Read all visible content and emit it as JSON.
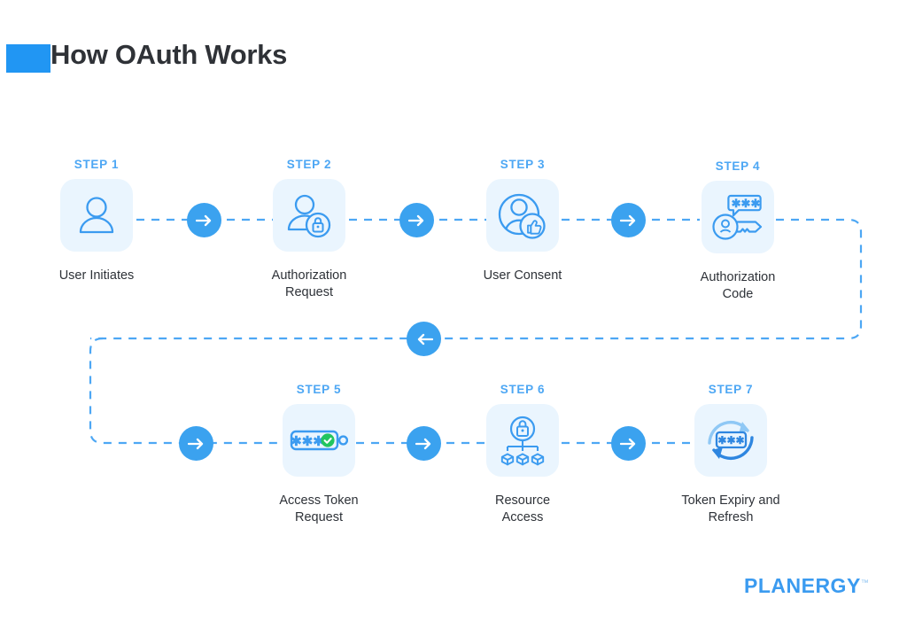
{
  "header": {
    "title": "How OAuth Works",
    "marker_color": "#2196f3"
  },
  "theme": {
    "accent_blue": "#3ba2ef",
    "step_label_blue": "#4da7f4",
    "tile_bg": "#eaf5fe",
    "icon_stroke": "#3b9bf0",
    "caption_color": "#2e3238",
    "check_green": "#22c55e",
    "dash_color": "#4da7f4"
  },
  "flow": {
    "steps": [
      {
        "label": "STEP 1",
        "caption": "User Initiates",
        "icon": "user-icon"
      },
      {
        "label": "STEP 2",
        "caption": "Authorization\nRequest",
        "icon": "user-lock-icon"
      },
      {
        "label": "STEP 3",
        "caption": "User Consent",
        "icon": "user-thumbs-up-icon"
      },
      {
        "label": "STEP 4",
        "caption": "Authorization\nCode",
        "icon": "key-code-icon"
      },
      {
        "label": "STEP 5",
        "caption": "Access Token\nRequest",
        "icon": "token-tag-icon"
      },
      {
        "label": "STEP 6",
        "caption": "Resource\nAccess",
        "icon": "lock-resources-icon"
      },
      {
        "label": "STEP 7",
        "caption": "Token Expiry and\nRefresh",
        "icon": "refresh-token-icon"
      }
    ],
    "connectors": [
      {
        "name": "arrow-right-1-2",
        "direction": "right"
      },
      {
        "name": "arrow-right-2-3",
        "direction": "right"
      },
      {
        "name": "arrow-right-3-4",
        "direction": "right"
      },
      {
        "name": "arrow-left-4-5",
        "direction": "left"
      },
      {
        "name": "arrow-right-to-5",
        "direction": "right"
      },
      {
        "name": "arrow-right-5-6",
        "direction": "right"
      },
      {
        "name": "arrow-right-6-7",
        "direction": "right"
      }
    ]
  },
  "footer": {
    "logo_text": "PLANERGY",
    "trademark": "™"
  }
}
